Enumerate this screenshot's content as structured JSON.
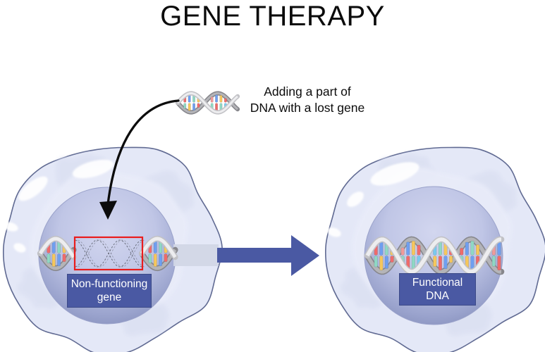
{
  "title": "GENE THERAPY",
  "annotation": "Adding a part of\nDNA with a lost gene",
  "cells": {
    "left": {
      "label": "Non-functioning\ngene"
    },
    "right": {
      "label": "Functional\nDNA"
    }
  },
  "icons": [
    "dna-fragment-icon",
    "insertion-arrow-icon",
    "transform-arrow-icon",
    "cell-icon",
    "nucleus-icon",
    "missing-gene-outline-icon"
  ],
  "colors": {
    "label_bg": "#4a59a3",
    "label_border": "#3c4a88",
    "label_text": "#ffffff",
    "transform_arrow": "#4a59a3",
    "insertion_arrow": "#0c0c0c",
    "missing_gene_outline": "#ea1c1c",
    "cell_fill": "#e4e8f7",
    "cell_membrane": "#606a92",
    "nucleus_light": "#d2d6ef",
    "nucleus_dark": "#7e88b5",
    "dna_ribbon_front": "#ededef",
    "dna_ribbon_back": "#87878c",
    "dna_rung_palette": [
      "#ef6b6b",
      "#8fd8c4",
      "#6f9ff0",
      "#f6c75c",
      "#f09a9a",
      "#79c9ef"
    ]
  }
}
